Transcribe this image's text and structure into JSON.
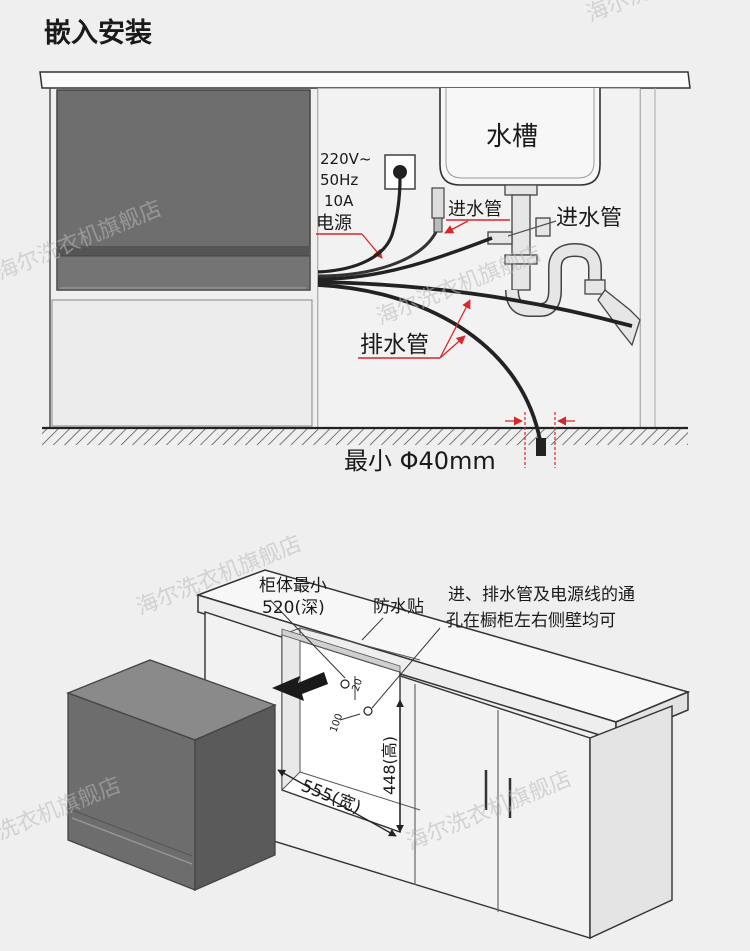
{
  "title": "嵌入安装",
  "top_diagram": {
    "sink": "水槽",
    "power_spec": [
      "220V~",
      "50Hz",
      "10A"
    ],
    "power_label": "电源",
    "inlet_pipe_label": "进水管",
    "inlet_pipe_label_2": "进水管",
    "drain_pipe_label": "排水管",
    "min_drain": "最小 Φ40mm"
  },
  "bottom_diagram": {
    "cabinet_depth": [
      "柜体最小",
      "520(深)"
    ],
    "waterproof": "防水贴",
    "hole_note": [
      "进、排水管及电源线的通",
      "孔在橱柜左右侧壁均可"
    ],
    "dim_20": "20",
    "dim_100": "100",
    "height": "448(高)",
    "width": "555(宽)"
  },
  "watermarks": [
    "海尔洗衣机旗舰店",
    "海尔洗衣机旗舰店",
    "海尔洗衣机旗舰店",
    "海尔洗衣机旗舰店",
    "洗衣机旗舰店",
    "海尔洗衣机旗舰店"
  ],
  "colors": {
    "accent_red": "#d8262b",
    "appliance_gray": "#6b6b6b",
    "line": "#2a2a2a"
  }
}
